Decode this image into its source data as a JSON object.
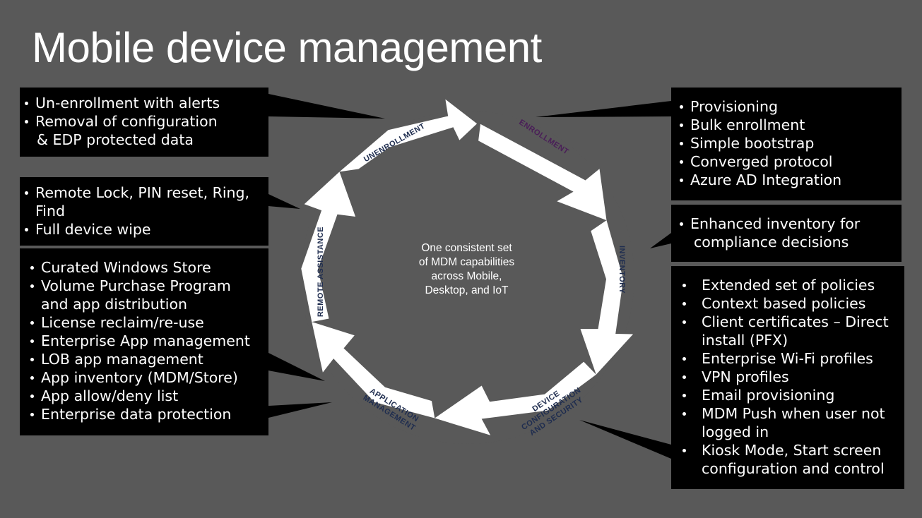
{
  "title": "Mobile device management",
  "center": [
    "One consistent set",
    "of MDM capabilities",
    "across Mobile,",
    "Desktop, and IoT"
  ],
  "stages": {
    "unenrollment": "UNENROLLMENT",
    "enrollment": "ENROLLMENT",
    "inventory": "INVENTORY",
    "device_config": [
      "DEVICE",
      "CONFIGURATION",
      "AND SECURITY"
    ],
    "app_management": [
      "APPLICATION",
      "MANAGEMENT"
    ],
    "remote_assistance": "REMOTE ASSISTANCE"
  },
  "boxes": {
    "unenrollment": [
      "Un-enrollment with alerts",
      "Removal of configuration",
      "& EDP protected data"
    ],
    "remote": [
      "Remote Lock, PIN reset, Ring,",
      "Find",
      "Full device wipe"
    ],
    "apps": [
      "Curated Windows Store",
      "Volume Purchase Program",
      "and app distribution",
      "License reclaim/re-use",
      "Enterprise App management",
      "LOB app management",
      "App inventory (MDM/Store)",
      "App allow/deny list",
      "Enterprise data protection"
    ],
    "enrollment": [
      "Provisioning",
      "Bulk enrollment",
      "Simple bootstrap",
      "Converged protocol",
      "Azure AD Integration"
    ],
    "inventory": [
      "Enhanced inventory for",
      "compliance decisions"
    ],
    "config": [
      "Extended set of policies",
      "Context based policies",
      "Client certificates – Direct",
      "install (PFX)",
      "Enterprise Wi-Fi profiles",
      "VPN profiles",
      "Email provisioning",
      "MDM Push when user not",
      "logged in",
      "Kiosk Mode, Start screen",
      "configuration and control"
    ]
  },
  "colors": {
    "background": "#595959",
    "box": "#000000",
    "ring": "#ffffff",
    "stage_text": "#1f2d4f"
  }
}
